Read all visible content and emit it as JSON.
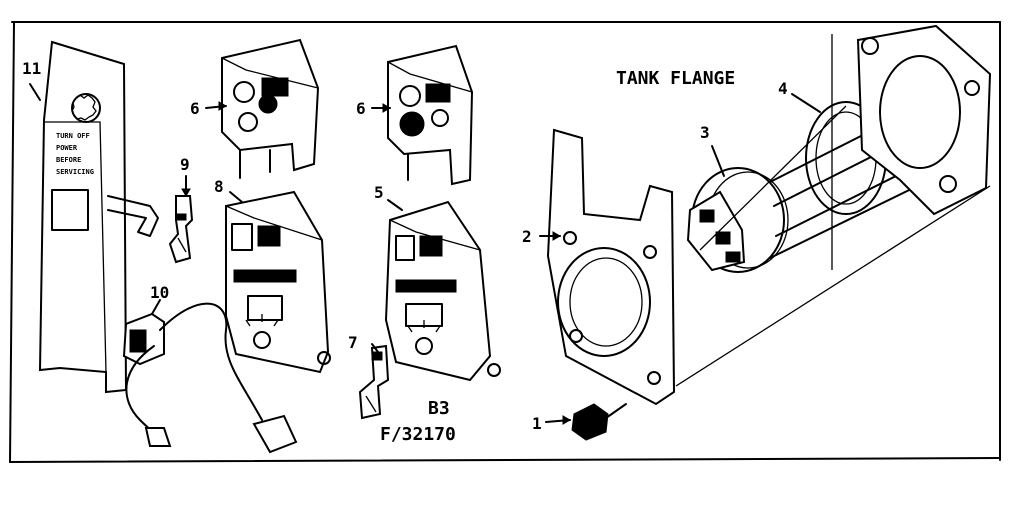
{
  "diagram": {
    "tank_flange_label": "TANK FLANGE",
    "drawing_code_line1": "B3",
    "drawing_code_line2": "F/32170",
    "callouts": [
      "1",
      "2",
      "3",
      "4",
      "5",
      "6",
      "6",
      "7",
      "8",
      "9",
      "10",
      "11"
    ],
    "panel_text": [
      "TURN OFF",
      "POWER",
      "BEFORE",
      "SERVICING"
    ]
  }
}
